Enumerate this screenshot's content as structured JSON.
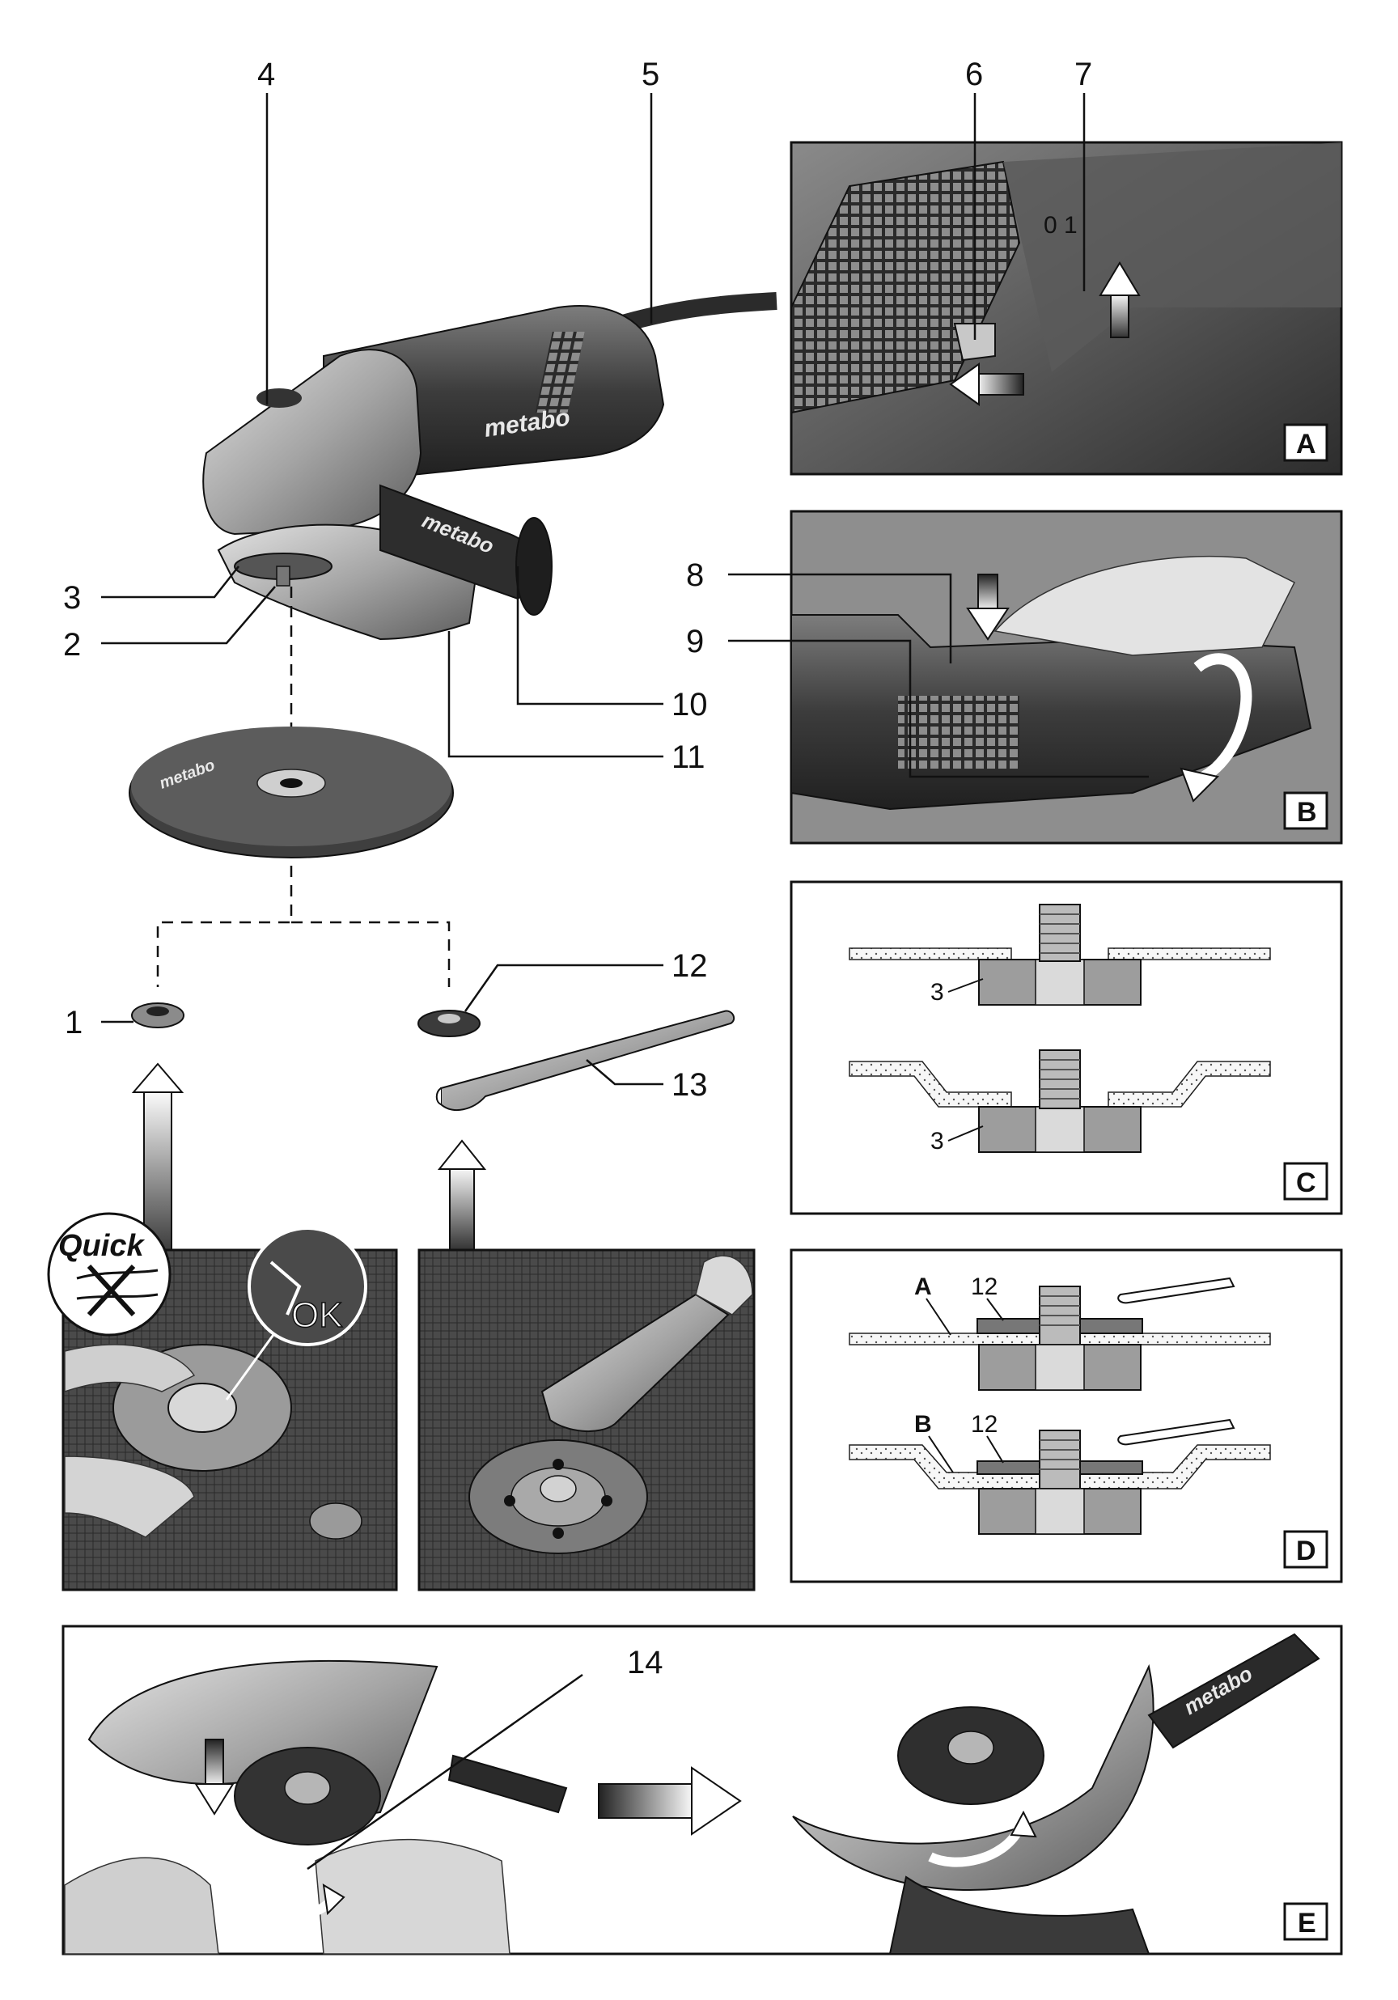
{
  "brand_name": "metabo",
  "callouts": {
    "c1": "1",
    "c2": "2",
    "c3": "3",
    "c4": "4",
    "c5": "5",
    "c6": "6",
    "c7": "7",
    "c8": "8",
    "c9": "9",
    "c10": "10",
    "c11": "11",
    "c12": "12",
    "c13": "13",
    "c14": "14"
  },
  "panels": {
    "a": "A",
    "b": "B",
    "c": "C",
    "d": "D",
    "e": "E"
  },
  "panel_c": {
    "label_top": "3",
    "label_bottom": "3"
  },
  "panel_d": {
    "label_a": "A",
    "label_b": "B",
    "num_top": "12",
    "num_bottom": "12"
  },
  "quick_badge": "Quick",
  "ok_label": "OK",
  "switch_marks": "0  1",
  "colors": {
    "photo_dark": "#3a3a3a",
    "photo_mid": "#6b6b6b",
    "photo_light": "#b5b5b5",
    "frame": "#111111"
  }
}
